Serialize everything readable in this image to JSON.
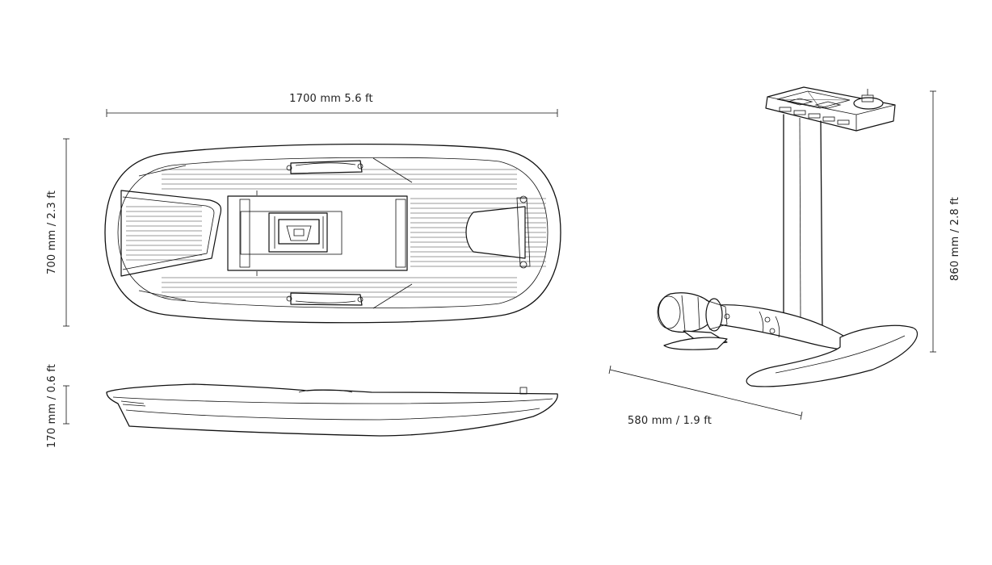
{
  "dimensions": {
    "board_length": "1700 mm 5.6 ft",
    "board_width": "700 mm / 2.3 ft",
    "board_thickness": "170 mm / 0.6 ft",
    "foil_height": "860 mm / 2.8 ft",
    "foil_length": "580 mm / 1.9 ft"
  }
}
